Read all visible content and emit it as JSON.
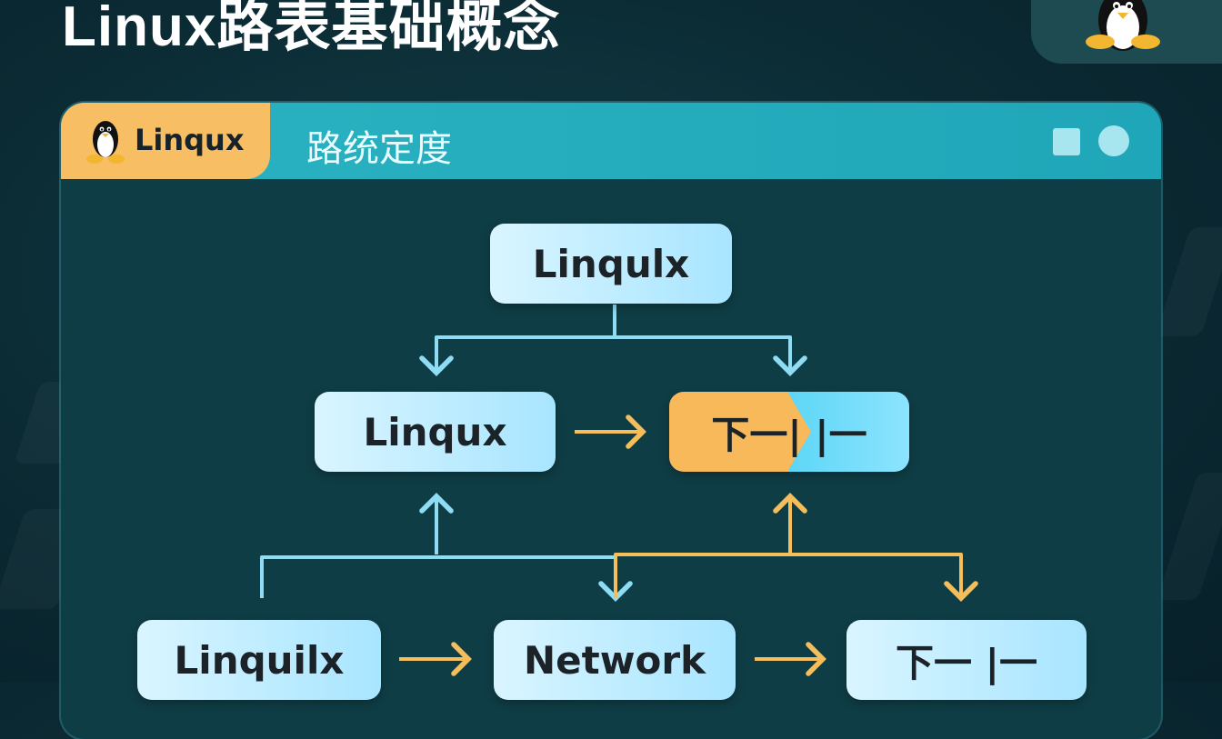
{
  "page": {
    "title": "Linux路表基础概念"
  },
  "window": {
    "tab_label": "Linqux",
    "title": "路统定度"
  },
  "nodes": {
    "top": "Linqulx",
    "mid_left": "Linqux",
    "mid_right": "下一| |一",
    "bottom_left": "Linquilx",
    "bottom_center": "Network",
    "bottom_right": "下一 |一"
  },
  "colors": {
    "background": "#0b2a33",
    "window_titlebar": "#2bb3c2",
    "tab_accent": "#f7be63",
    "node_fill": "#bfeeff",
    "connector_blue": "#8fdcf5",
    "connector_orange": "#f6bd5b"
  },
  "icons": [
    "tux-penguin-icon",
    "window-square-icon",
    "window-circle-icon",
    "arrow-right-icon",
    "arrow-down-icon",
    "arrow-up-icon"
  ]
}
